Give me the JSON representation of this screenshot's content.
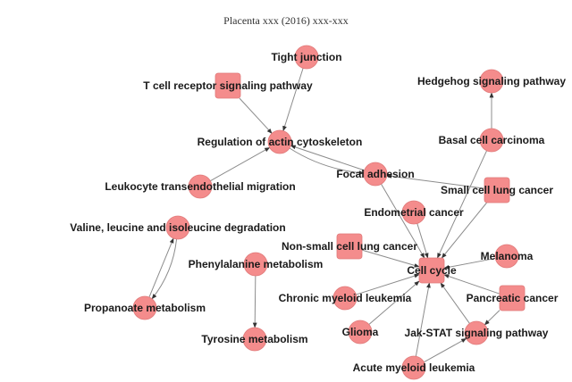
{
  "header": {
    "citation": "Placenta xxx (2016) xxx-xxx"
  },
  "colors": {
    "node_fill": "#f48c8c",
    "node_stroke": "#e07a7a",
    "edge": "#8c8c8c",
    "label": "#1a1a1a"
  },
  "graph": {
    "nodes": [
      {
        "id": "tight",
        "label": "Tight junction",
        "shape": "circle"
      },
      {
        "id": "tcell",
        "label": "T cell receptor signaling pathway",
        "shape": "square"
      },
      {
        "id": "actin",
        "label": "Regulation of actin cytoskeleton",
        "shape": "circle"
      },
      {
        "id": "hedgehog",
        "label": "Hedgehog signaling pathway",
        "shape": "circle"
      },
      {
        "id": "basal",
        "label": "Basal cell carcinoma",
        "shape": "circle"
      },
      {
        "id": "focal",
        "label": "Focal adhesion",
        "shape": "circle"
      },
      {
        "id": "sclc",
        "label": "Small cell lung cancer",
        "shape": "square"
      },
      {
        "id": "leuko",
        "label": "Leukocyte transendothelial migration",
        "shape": "circle"
      },
      {
        "id": "endo",
        "label": "Endometrial cancer",
        "shape": "circle"
      },
      {
        "id": "valine",
        "label": "Valine, leucine and isoleucine degradation",
        "shape": "circle"
      },
      {
        "id": "nsclc",
        "label": "Non-small cell lung cancer",
        "shape": "square"
      },
      {
        "id": "phe",
        "label": "Phenylalanine metabolism",
        "shape": "circle"
      },
      {
        "id": "cellcycle",
        "label": "Cell cycle",
        "shape": "square"
      },
      {
        "id": "melanoma",
        "label": "Melanoma",
        "shape": "circle"
      },
      {
        "id": "propanoate",
        "label": "Propanoate metabolism",
        "shape": "circle"
      },
      {
        "id": "cml",
        "label": "Chronic myeloid leukemia",
        "shape": "circle"
      },
      {
        "id": "pancreatic",
        "label": "Pancreatic cancer",
        "shape": "square"
      },
      {
        "id": "glioma",
        "label": "Glioma",
        "shape": "circle"
      },
      {
        "id": "jakstat",
        "label": "Jak-STAT signaling pathway",
        "shape": "circle"
      },
      {
        "id": "tyrosine",
        "label": "Tyrosine metabolism",
        "shape": "circle"
      },
      {
        "id": "aml",
        "label": "Acute myeloid leukemia",
        "shape": "circle"
      }
    ],
    "edges": [
      {
        "from": "tight",
        "to": "actin"
      },
      {
        "from": "tcell",
        "to": "actin"
      },
      {
        "from": "leuko",
        "to": "actin"
      },
      {
        "from": "focal",
        "to": "actin"
      },
      {
        "from": "actin",
        "to": "focal"
      },
      {
        "from": "sclc",
        "to": "focal"
      },
      {
        "from": "basal",
        "to": "hedgehog"
      },
      {
        "from": "basal",
        "to": "cellcycle"
      },
      {
        "from": "focal",
        "to": "cellcycle"
      },
      {
        "from": "endo",
        "to": "cellcycle"
      },
      {
        "from": "sclc",
        "to": "cellcycle"
      },
      {
        "from": "nsclc",
        "to": "cellcycle"
      },
      {
        "from": "melanoma",
        "to": "cellcycle"
      },
      {
        "from": "cml",
        "to": "cellcycle"
      },
      {
        "from": "glioma",
        "to": "cellcycle"
      },
      {
        "from": "aml",
        "to": "cellcycle"
      },
      {
        "from": "jakstat",
        "to": "cellcycle"
      },
      {
        "from": "pancreatic",
        "to": "cellcycle"
      },
      {
        "from": "pancreatic",
        "to": "jakstat"
      },
      {
        "from": "aml",
        "to": "jakstat"
      },
      {
        "from": "valine",
        "to": "propanoate"
      },
      {
        "from": "propanoate",
        "to": "valine"
      },
      {
        "from": "phe",
        "to": "tyrosine"
      }
    ]
  }
}
